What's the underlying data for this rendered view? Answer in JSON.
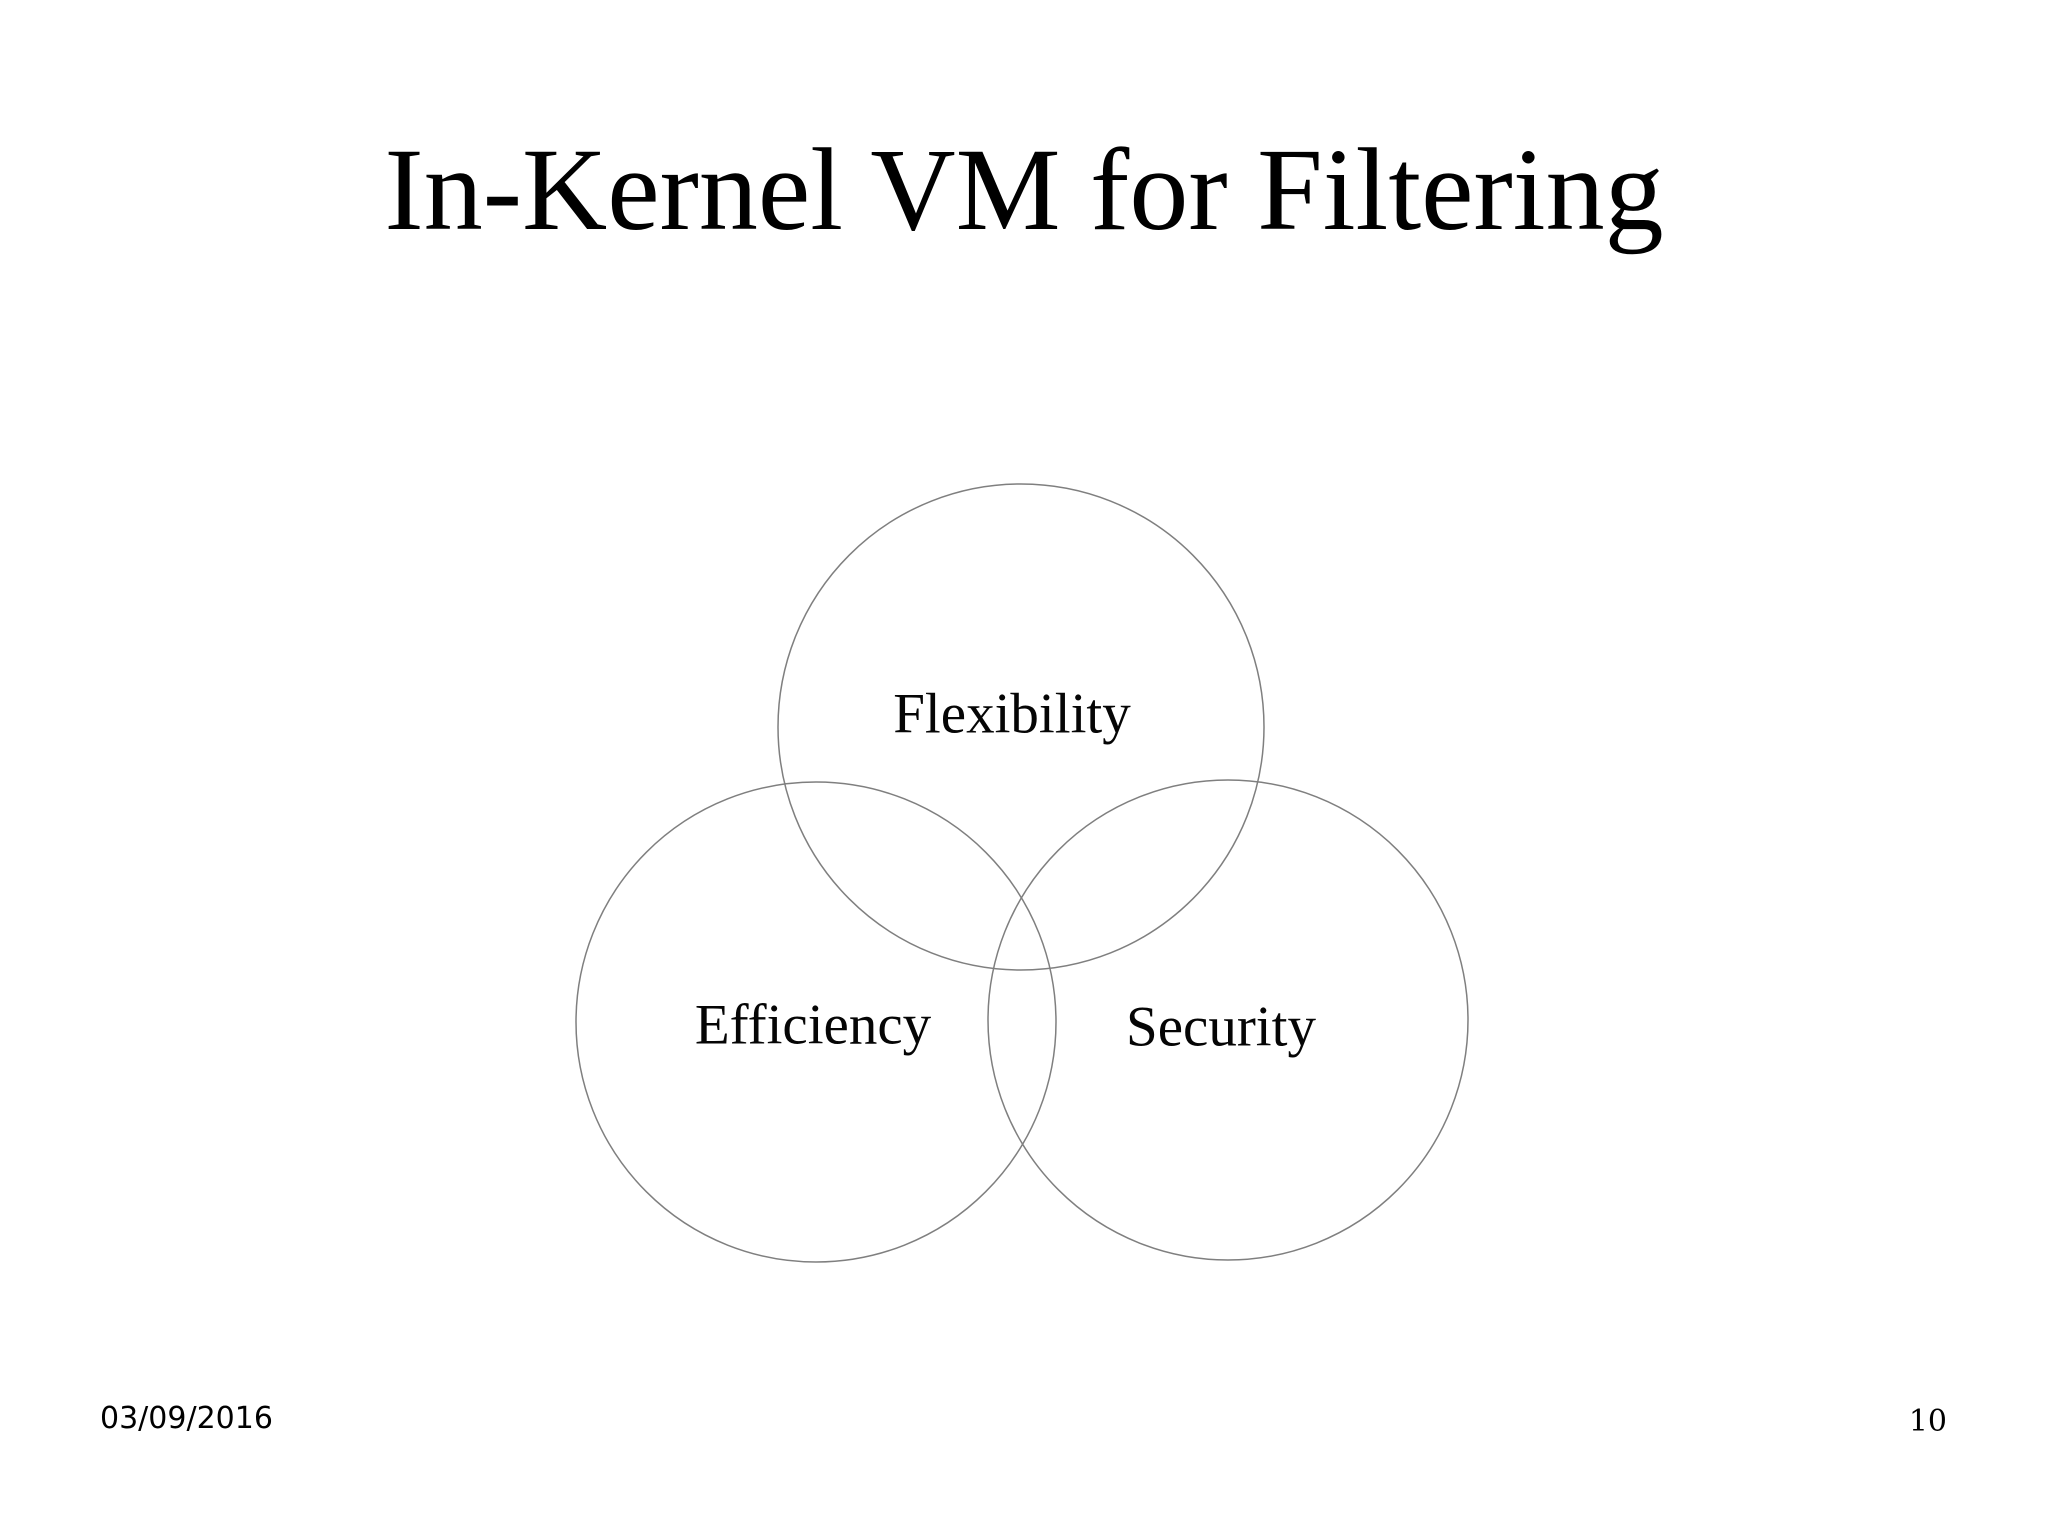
{
  "slide": {
    "title": "In-Kernel VM for Filtering",
    "venn": {
      "stroke_color": "#7f7f7f",
      "circles": [
        {
          "id": "flexibility",
          "label": "Flexibility"
        },
        {
          "id": "efficiency",
          "label": "Efficiency"
        },
        {
          "id": "security",
          "label": "Security"
        }
      ]
    },
    "footer": {
      "date": "03/09/2016",
      "page_number": "10"
    }
  }
}
